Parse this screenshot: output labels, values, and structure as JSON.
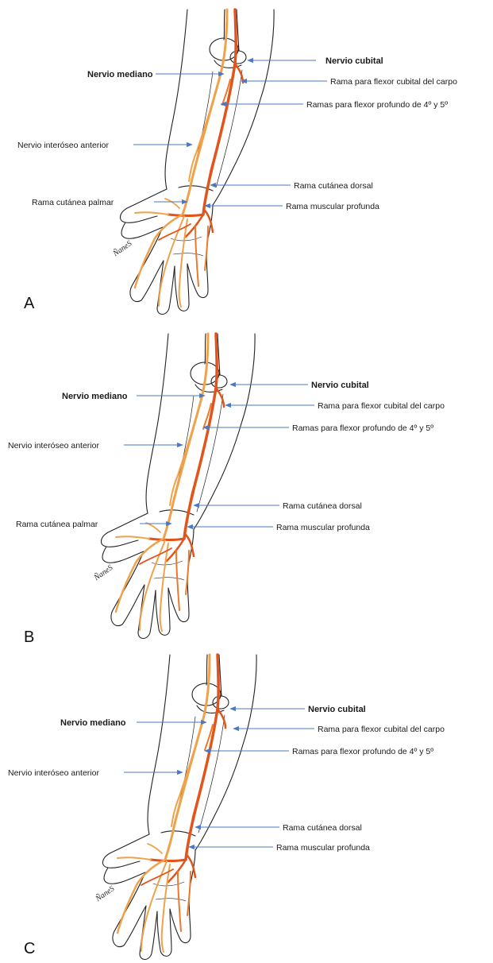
{
  "colors": {
    "arrow": "#4a78c2",
    "nerve_dark": "#e2541a",
    "nerve_light": "#f0a24a",
    "outline": "#222222"
  },
  "panels": [
    {
      "letter": "A",
      "signature": "ÑaneS",
      "labels": {
        "nervio_cubital": "Nervio cubital",
        "nervio_mediano": "Nervio mediano",
        "rama_flexor_cubital": "Rama para flexor cubital del carpo",
        "ramas_flexor_profundo": "Ramas para flexor profundo de 4º y 5º",
        "interoseo_anterior": "Nervio interóseo anterior",
        "cutanea_dorsal": "Rama cutánea dorsal",
        "cutanea_palmar": "Rama cutánea palmar",
        "muscular_profunda": "Rama muscular profunda"
      }
    },
    {
      "letter": "B",
      "signature": "ÑaneS",
      "labels": {
        "nervio_cubital": "Nervio cubital",
        "nervio_mediano": "Nervio mediano",
        "rama_flexor_cubital": "Rama para flexor cubital del carpo",
        "ramas_flexor_profundo": "Ramas para flexor profundo de 4º y 5º",
        "interoseo_anterior": "Nervio interóseo anterior",
        "cutanea_dorsal": "Rama cutánea dorsal",
        "cutanea_palmar": "Rama cutánea palmar",
        "muscular_profunda": "Rama muscular profunda"
      }
    },
    {
      "letter": "C",
      "signature": "ÑaneS",
      "labels": {
        "nervio_cubital": "Nervio cubital",
        "nervio_mediano": "Nervio mediano",
        "rama_flexor_cubital": "Rama para flexor cubital del carpo",
        "ramas_flexor_profundo": "Ramas para flexor profundo de 4º y 5º",
        "interoseo_anterior": "Nervio interóseo anterior",
        "cutanea_dorsal": "Rama cutánea dorsal",
        "muscular_profunda": "Rama muscular profunda"
      }
    }
  ]
}
